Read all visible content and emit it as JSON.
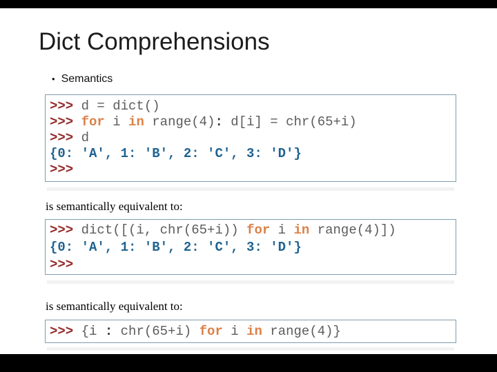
{
  "slide": {
    "title": "Dict Comprehensions",
    "bullet_glyph": "•",
    "bullet": "Semantics",
    "equivalence_label": "is semantically equivalent to:",
    "colors": {
      "bar": "#000000",
      "box_border": "#7E9DAB",
      "prompt": "#942B2B",
      "keyword": "#DC8147",
      "code": "#5C5C5C",
      "output": "#1F6391",
      "punct": "#333333"
    },
    "code_blocks": [
      {
        "name": "repl-session-1",
        "lines": [
          [
            [
              "prompt",
              ">>> "
            ],
            [
              "code",
              "d = dict()"
            ]
          ],
          [
            [
              "prompt",
              ">>> "
            ],
            [
              "keyword",
              "for"
            ],
            [
              "code",
              " i "
            ],
            [
              "keyword",
              "in"
            ],
            [
              "code",
              " range(4)"
            ],
            [
              "punct",
              ":"
            ],
            [
              "code",
              " d[i] = chr(65+i)"
            ]
          ],
          [
            [
              "prompt",
              ">>> "
            ],
            [
              "code",
              "d"
            ]
          ],
          [
            [
              "output",
              "{0: 'A', 1: 'B', 2: 'C', 3: 'D'}"
            ]
          ],
          [
            [
              "prompt",
              ">>>"
            ]
          ]
        ]
      },
      {
        "name": "repl-session-2",
        "lines": [
          [
            [
              "prompt",
              ">>> "
            ],
            [
              "code",
              "dict([(i, chr(65+i)) "
            ],
            [
              "keyword",
              "for"
            ],
            [
              "code",
              " i "
            ],
            [
              "keyword",
              "in"
            ],
            [
              "code",
              " range(4)])"
            ]
          ],
          [
            [
              "output",
              "{0: 'A', 1: 'B', 2: 'C', 3: 'D'}"
            ]
          ],
          [
            [
              "prompt",
              ">>>"
            ]
          ]
        ]
      },
      {
        "name": "repl-session-3",
        "lines": [
          [
            [
              "prompt",
              ">>> "
            ],
            [
              "code",
              "{i "
            ],
            [
              "punct",
              ":"
            ],
            [
              "code",
              " chr(65+i) "
            ],
            [
              "keyword",
              "for"
            ],
            [
              "code",
              " i "
            ],
            [
              "keyword",
              "in"
            ],
            [
              "code",
              " range(4)}"
            ]
          ]
        ]
      }
    ]
  }
}
